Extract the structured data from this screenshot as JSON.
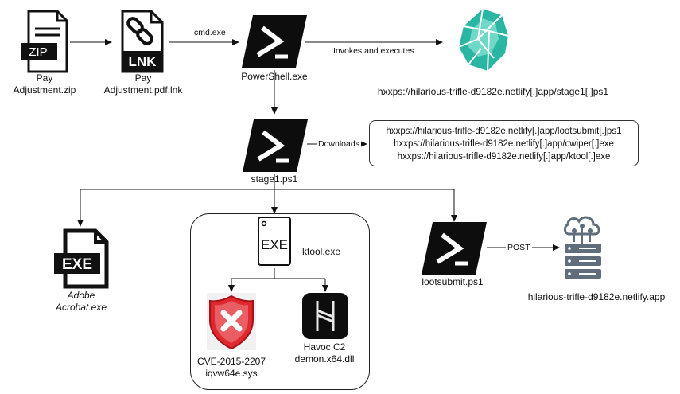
{
  "nodes": {
    "zip": {
      "icon": "zip-file-icon",
      "badge": "ZIP",
      "label_1": "Pay",
      "label_2": "Adjustment.zip"
    },
    "lnk": {
      "icon": "lnk-file-icon",
      "badge": "LNK",
      "label_1": "Pay",
      "label_2": "Adjustment.pdf.lnk"
    },
    "powershell": {
      "icon": "powershell-icon",
      "label": "PowerShell.exe"
    },
    "netlify": {
      "icon": "netlify-icon",
      "label": "hxxps://hilarious-trifle-d9182e.netlify[.]app/stage1[.]ps1"
    },
    "stage1": {
      "icon": "powershell-icon",
      "label": "stage1.ps1"
    },
    "downloads": [
      "hxxps://hilarious-trifle-d9182e.netlify[.]app/lootsubmit[.]ps1",
      "hxxps://hilarious-trifle-d9182e.netlify[.]app/cwiper[.]exe",
      "hxxps://hilarious-trifle-d9182e.netlify[.]app/ktool[.]exe"
    ],
    "acrobat": {
      "icon": "exe-file-icon",
      "badge": "EXE",
      "label_1": "Adobe",
      "label_2": "Acrobat.exe"
    },
    "ktool": {
      "icon": "exe-file-icon",
      "badge": "EXE",
      "label": "ktool.exe"
    },
    "cve": {
      "icon": "error-shield-icon",
      "label_1": "CVE-2015-2207",
      "label_2": "iqvw64e.sys"
    },
    "havoc": {
      "icon": "havoc-icon",
      "label_1": "Havoc C2",
      "label_2": "demon.x64.dll"
    },
    "lootsubmit": {
      "icon": "powershell-icon",
      "label": "lootsubmit.ps1"
    },
    "server": {
      "icon": "cloud-server-icon",
      "label": "hilarious-trifle-d9182e.netlify.app"
    }
  },
  "edges": {
    "zip_to_lnk": "",
    "lnk_to_powershell": "cmd.exe",
    "powershell_to_netlify": "Invokes and executes",
    "stage1_to_downloads": "Downloads",
    "lootsubmit_to_server": "POST"
  },
  "colors": {
    "powershell_bg": "#0d0d0d",
    "netlify_teal": "#2bb6a3",
    "shield_red": "#e0282e",
    "server_slate": "#5f6d7c"
  }
}
